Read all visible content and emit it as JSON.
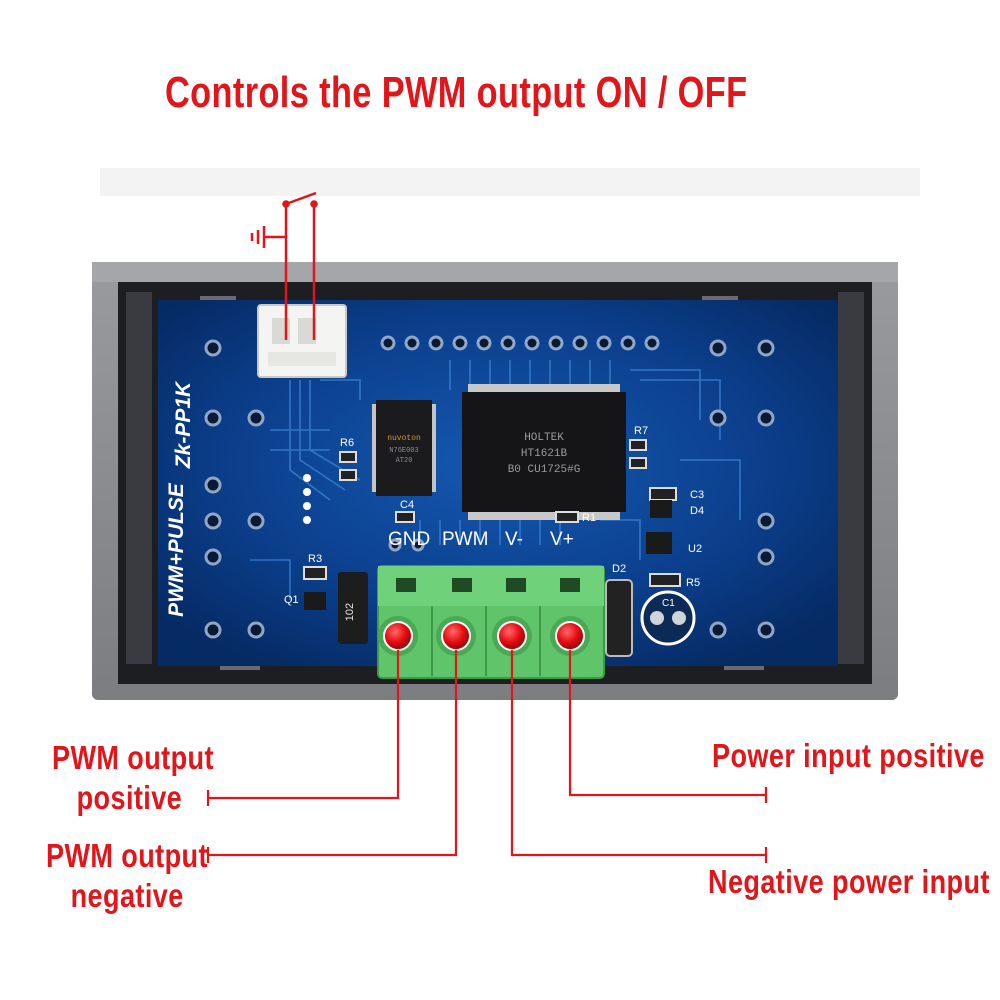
{
  "title": "Controls the PWM output ON / OFF",
  "board": {
    "model": "Zk-PP1K",
    "series": "PWM+PULSE",
    "terminal_labels": [
      "GND",
      "PWM",
      "V-",
      "V+"
    ],
    "chip_main_lines": [
      "HOLTEK",
      "HT1621B",
      "B0 CU1725#G"
    ],
    "chip_small_lines": [
      "nuvoton",
      "N76E003",
      "AT20"
    ],
    "resistor_code": "102",
    "component_labels": {
      "r6": "R6",
      "r7": "R7",
      "r3": "R3",
      "r1": "R1",
      "r5": "R5",
      "c4": "C4",
      "c3": "C3",
      "c1": "C1",
      "q1": "Q1",
      "d4": "D4",
      "d2": "D2",
      "u2": "U2"
    }
  },
  "callouts": {
    "pwm_positive": [
      "PWM output",
      "positive"
    ],
    "pwm_negative": [
      "PWM output",
      "negative"
    ],
    "power_positive": "Power input positive",
    "power_negative": "Negative power input"
  },
  "colors": {
    "annotation": "#e0161b",
    "pcb": "#0b3f8c",
    "terminal": "#5fc46a",
    "case": "#8e8f93"
  }
}
